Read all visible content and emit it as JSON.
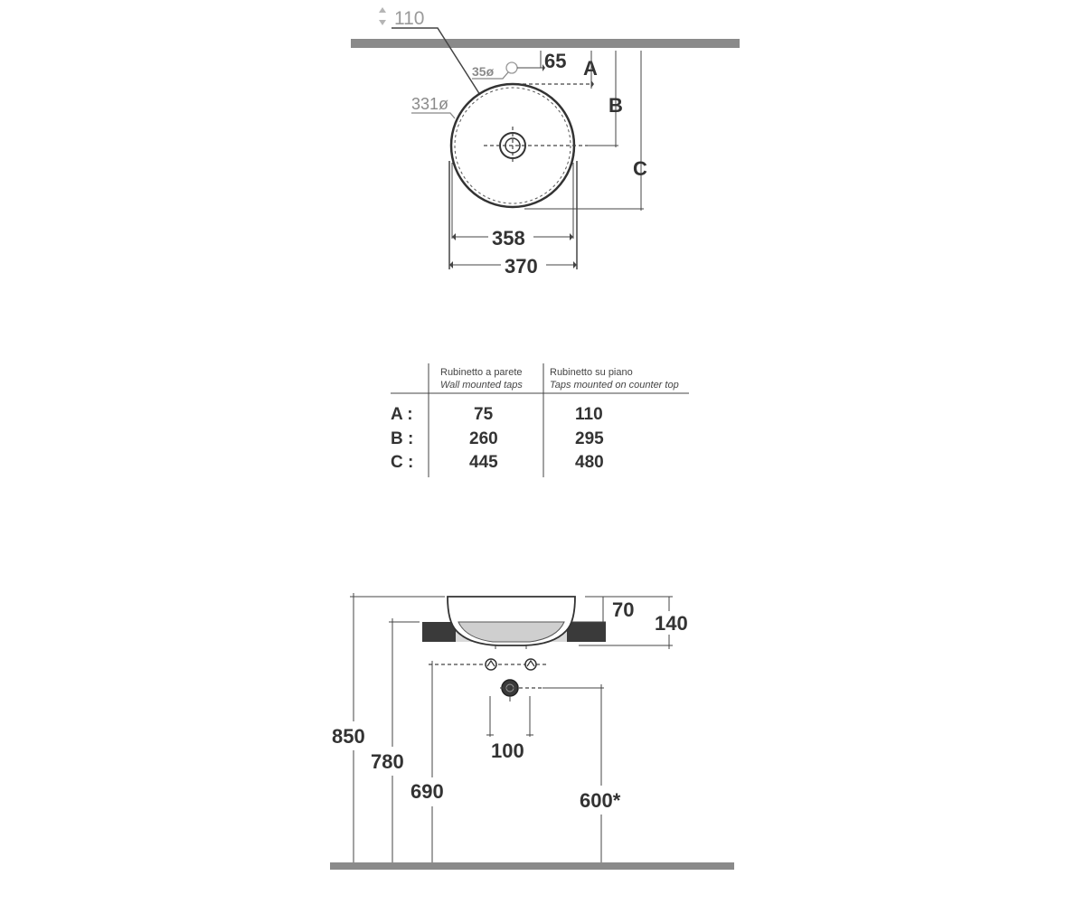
{
  "top_view": {
    "leader_110": "110",
    "tap_hole": "35ø",
    "outer_dia": "331ø",
    "d65": "65",
    "label_a": "A",
    "label_b": "B",
    "label_c": "C",
    "d358": "358",
    "d370": "370"
  },
  "table": {
    "col1_title": "Rubinetto a parete",
    "col1_subtitle": "Wall mounted taps",
    "col2_title": "Rubinetto su piano",
    "col2_subtitle": "Taps mounted on counter top",
    "rows": [
      {
        "label": "A :",
        "wall": "75",
        "counter": "110"
      },
      {
        "label": "B :",
        "wall": "260",
        "counter": "295"
      },
      {
        "label": "C :",
        "wall": "445",
        "counter": "480"
      }
    ]
  },
  "front_view": {
    "d70": "70",
    "d140": "140",
    "d850": "850",
    "d780": "780",
    "d690": "690",
    "d100": "100",
    "d600": "600*"
  },
  "colors": {
    "wall": "#8a8a8a",
    "counter": "#3a3a3a",
    "basin_fill": "#d9d9d9"
  }
}
